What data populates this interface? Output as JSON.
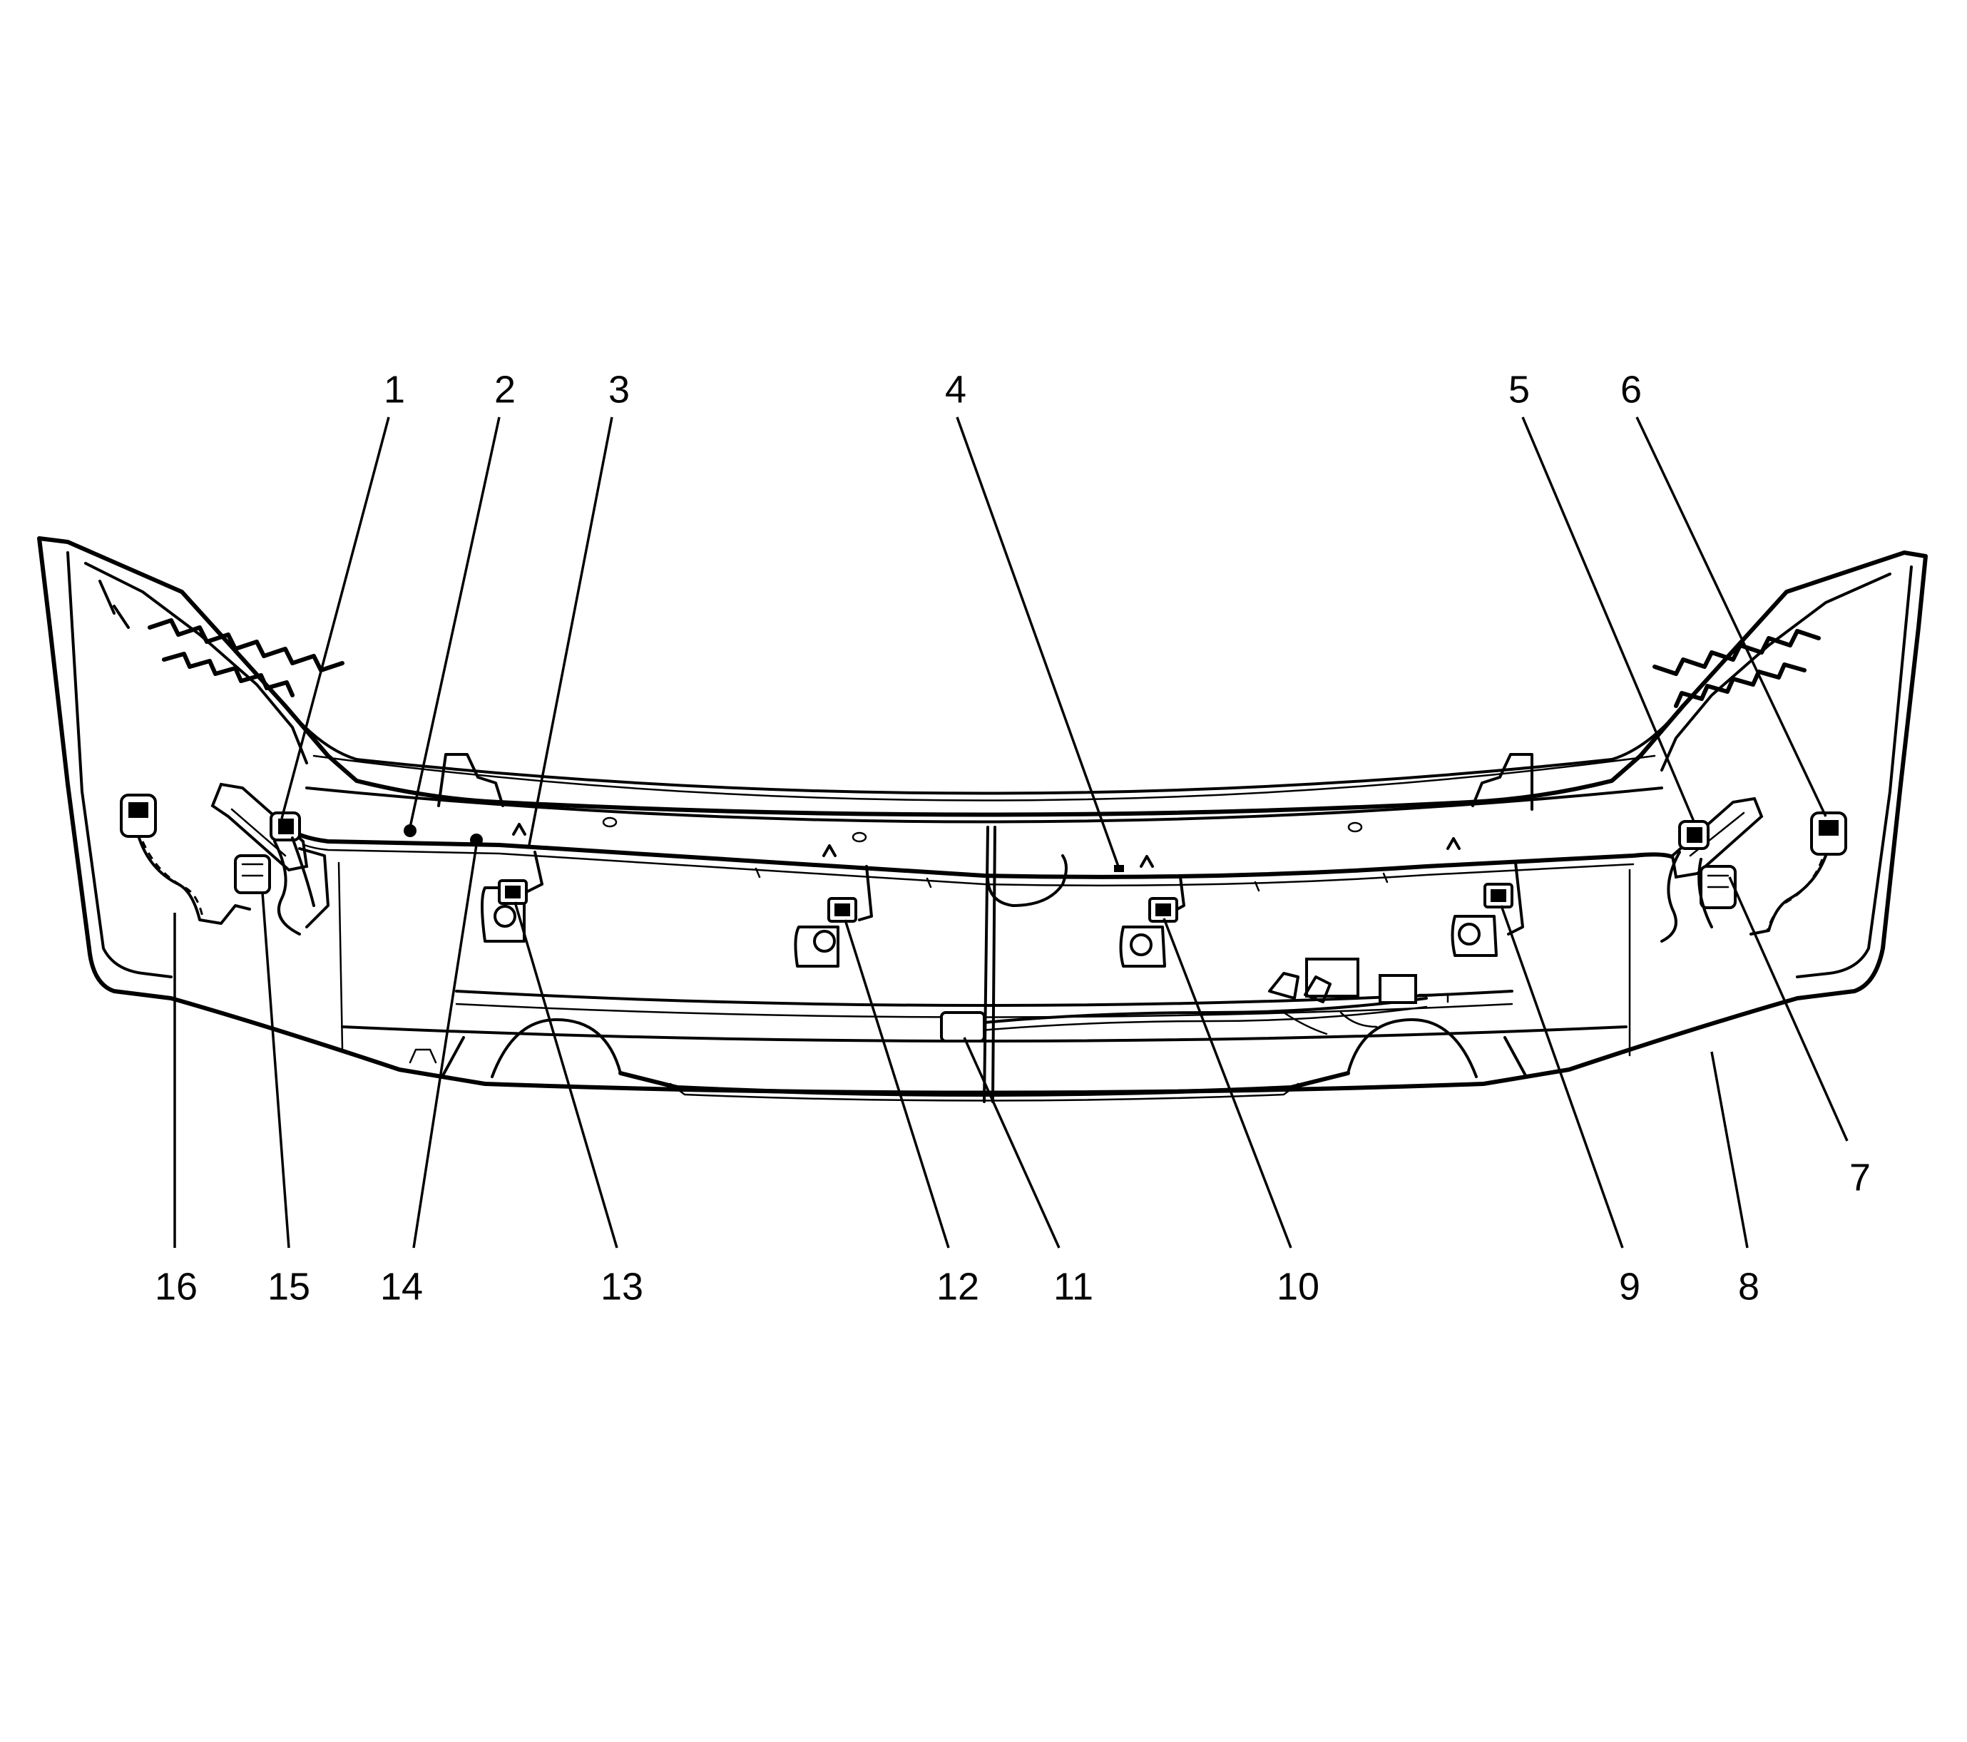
{
  "callouts": [
    {
      "label": "1"
    },
    {
      "label": "2"
    },
    {
      "label": "3"
    },
    {
      "label": "4"
    },
    {
      "label": "5"
    },
    {
      "label": "6"
    },
    {
      "label": "7"
    },
    {
      "label": "8"
    },
    {
      "label": "9"
    },
    {
      "label": "10"
    },
    {
      "label": "11"
    },
    {
      "label": "12"
    },
    {
      "label": "13"
    },
    {
      "label": "14"
    },
    {
      "label": "15"
    },
    {
      "label": "16"
    }
  ]
}
